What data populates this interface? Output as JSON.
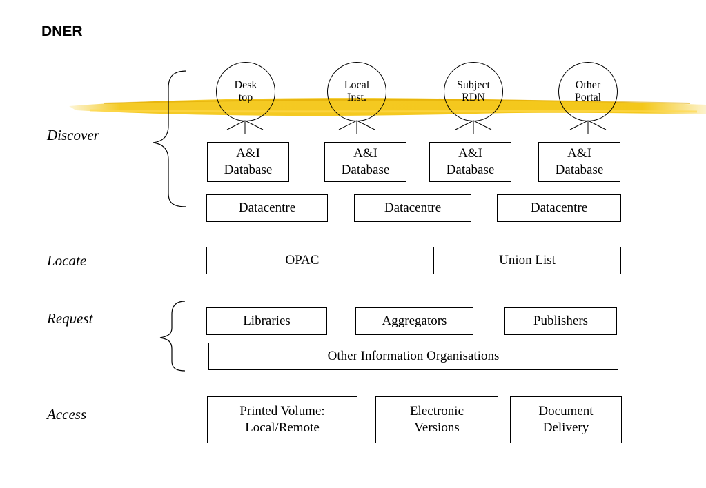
{
  "title": "DNER",
  "stages": {
    "discover": "Discover",
    "locate": "Locate",
    "request": "Request",
    "access": "Access"
  },
  "portals": [
    {
      "line1": "Desk",
      "line2": "top"
    },
    {
      "line1": "Local",
      "line2": "Inst."
    },
    {
      "line1": "Subject",
      "line2": "RDN"
    },
    {
      "line1": "Other",
      "line2": "Portal"
    }
  ],
  "ai_databases": [
    {
      "line1": "A&I",
      "line2": "Database"
    },
    {
      "line1": "A&I",
      "line2": "Database"
    },
    {
      "line1": "A&I",
      "line2": "Database"
    },
    {
      "line1": "A&I",
      "line2": "Database"
    }
  ],
  "datacentres": [
    "Datacentre",
    "Datacentre",
    "Datacentre"
  ],
  "locate": {
    "opac": "OPAC",
    "union_list": "Union List"
  },
  "request": {
    "libraries": "Libraries",
    "aggregators": "Aggregators",
    "publishers": "Publishers",
    "other_orgs": "Other Information Organisations"
  },
  "access": [
    {
      "line1": "Printed Volume:",
      "line2": "Local/Remote"
    },
    {
      "line1": "Electronic",
      "line2": "Versions"
    },
    {
      "line1": "Document",
      "line2": "Delivery"
    }
  ],
  "colors": {
    "highlight": "#f2c100",
    "line": "#000000"
  }
}
